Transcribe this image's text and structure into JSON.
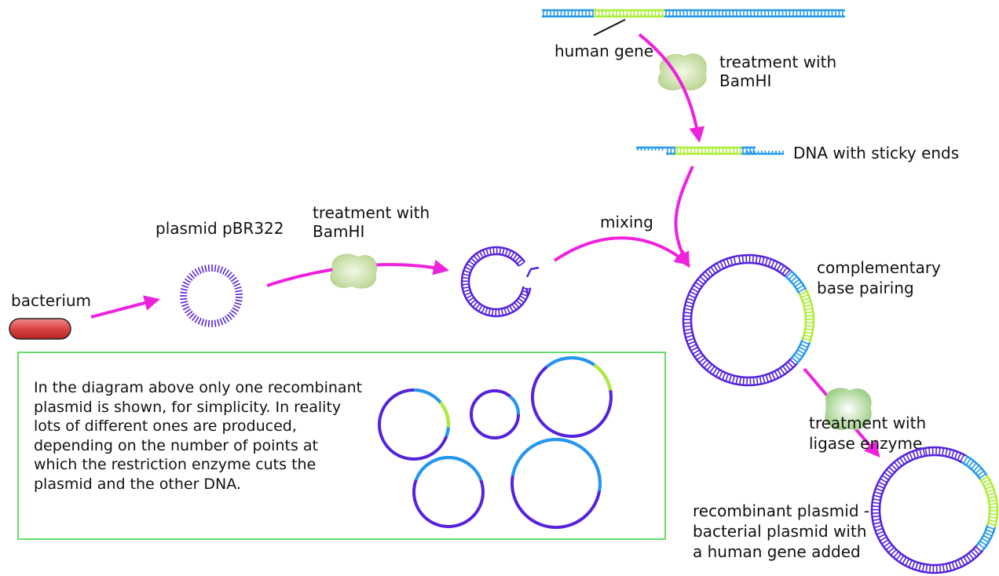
{
  "labels": {
    "human_gene": "human gene",
    "treatment_bamhi_top_l1": "treatment with",
    "treatment_bamhi_top_l2": "BamHI",
    "sticky_ends": "DNA with sticky ends",
    "plasmid": "plasmid pBR322",
    "treatment_bamhi_mid_l1": "treatment with",
    "treatment_bamhi_mid_l2": "BamHI",
    "mixing": "mixing",
    "bacterium": "bacterium",
    "complementary_l1": "complementary",
    "complementary_l2": "base pairing",
    "ligase_l1": "treatment with",
    "ligase_l2": "ligase enzyme",
    "recombinant_l1": "recombinant plasmid -",
    "recombinant_l2": "bacterial plasmid with",
    "recombinant_l3": "a human gene added"
  },
  "note": "In the diagram above only one recombinant plasmid is shown, for simplicity. In reality lots of different ones are produced, depending on the number of points at which the restriction enzyme cuts the plasmid and the other DNA.",
  "colors": {
    "arrow": "#ee22dd",
    "plasmid_dna": "#5522dd",
    "human_dna": "#aaee33",
    "flanking_dna": "#2299ee",
    "enzyme": "#cce0a8",
    "bacterium": "#dd4444",
    "box_border": "#66dd66"
  }
}
